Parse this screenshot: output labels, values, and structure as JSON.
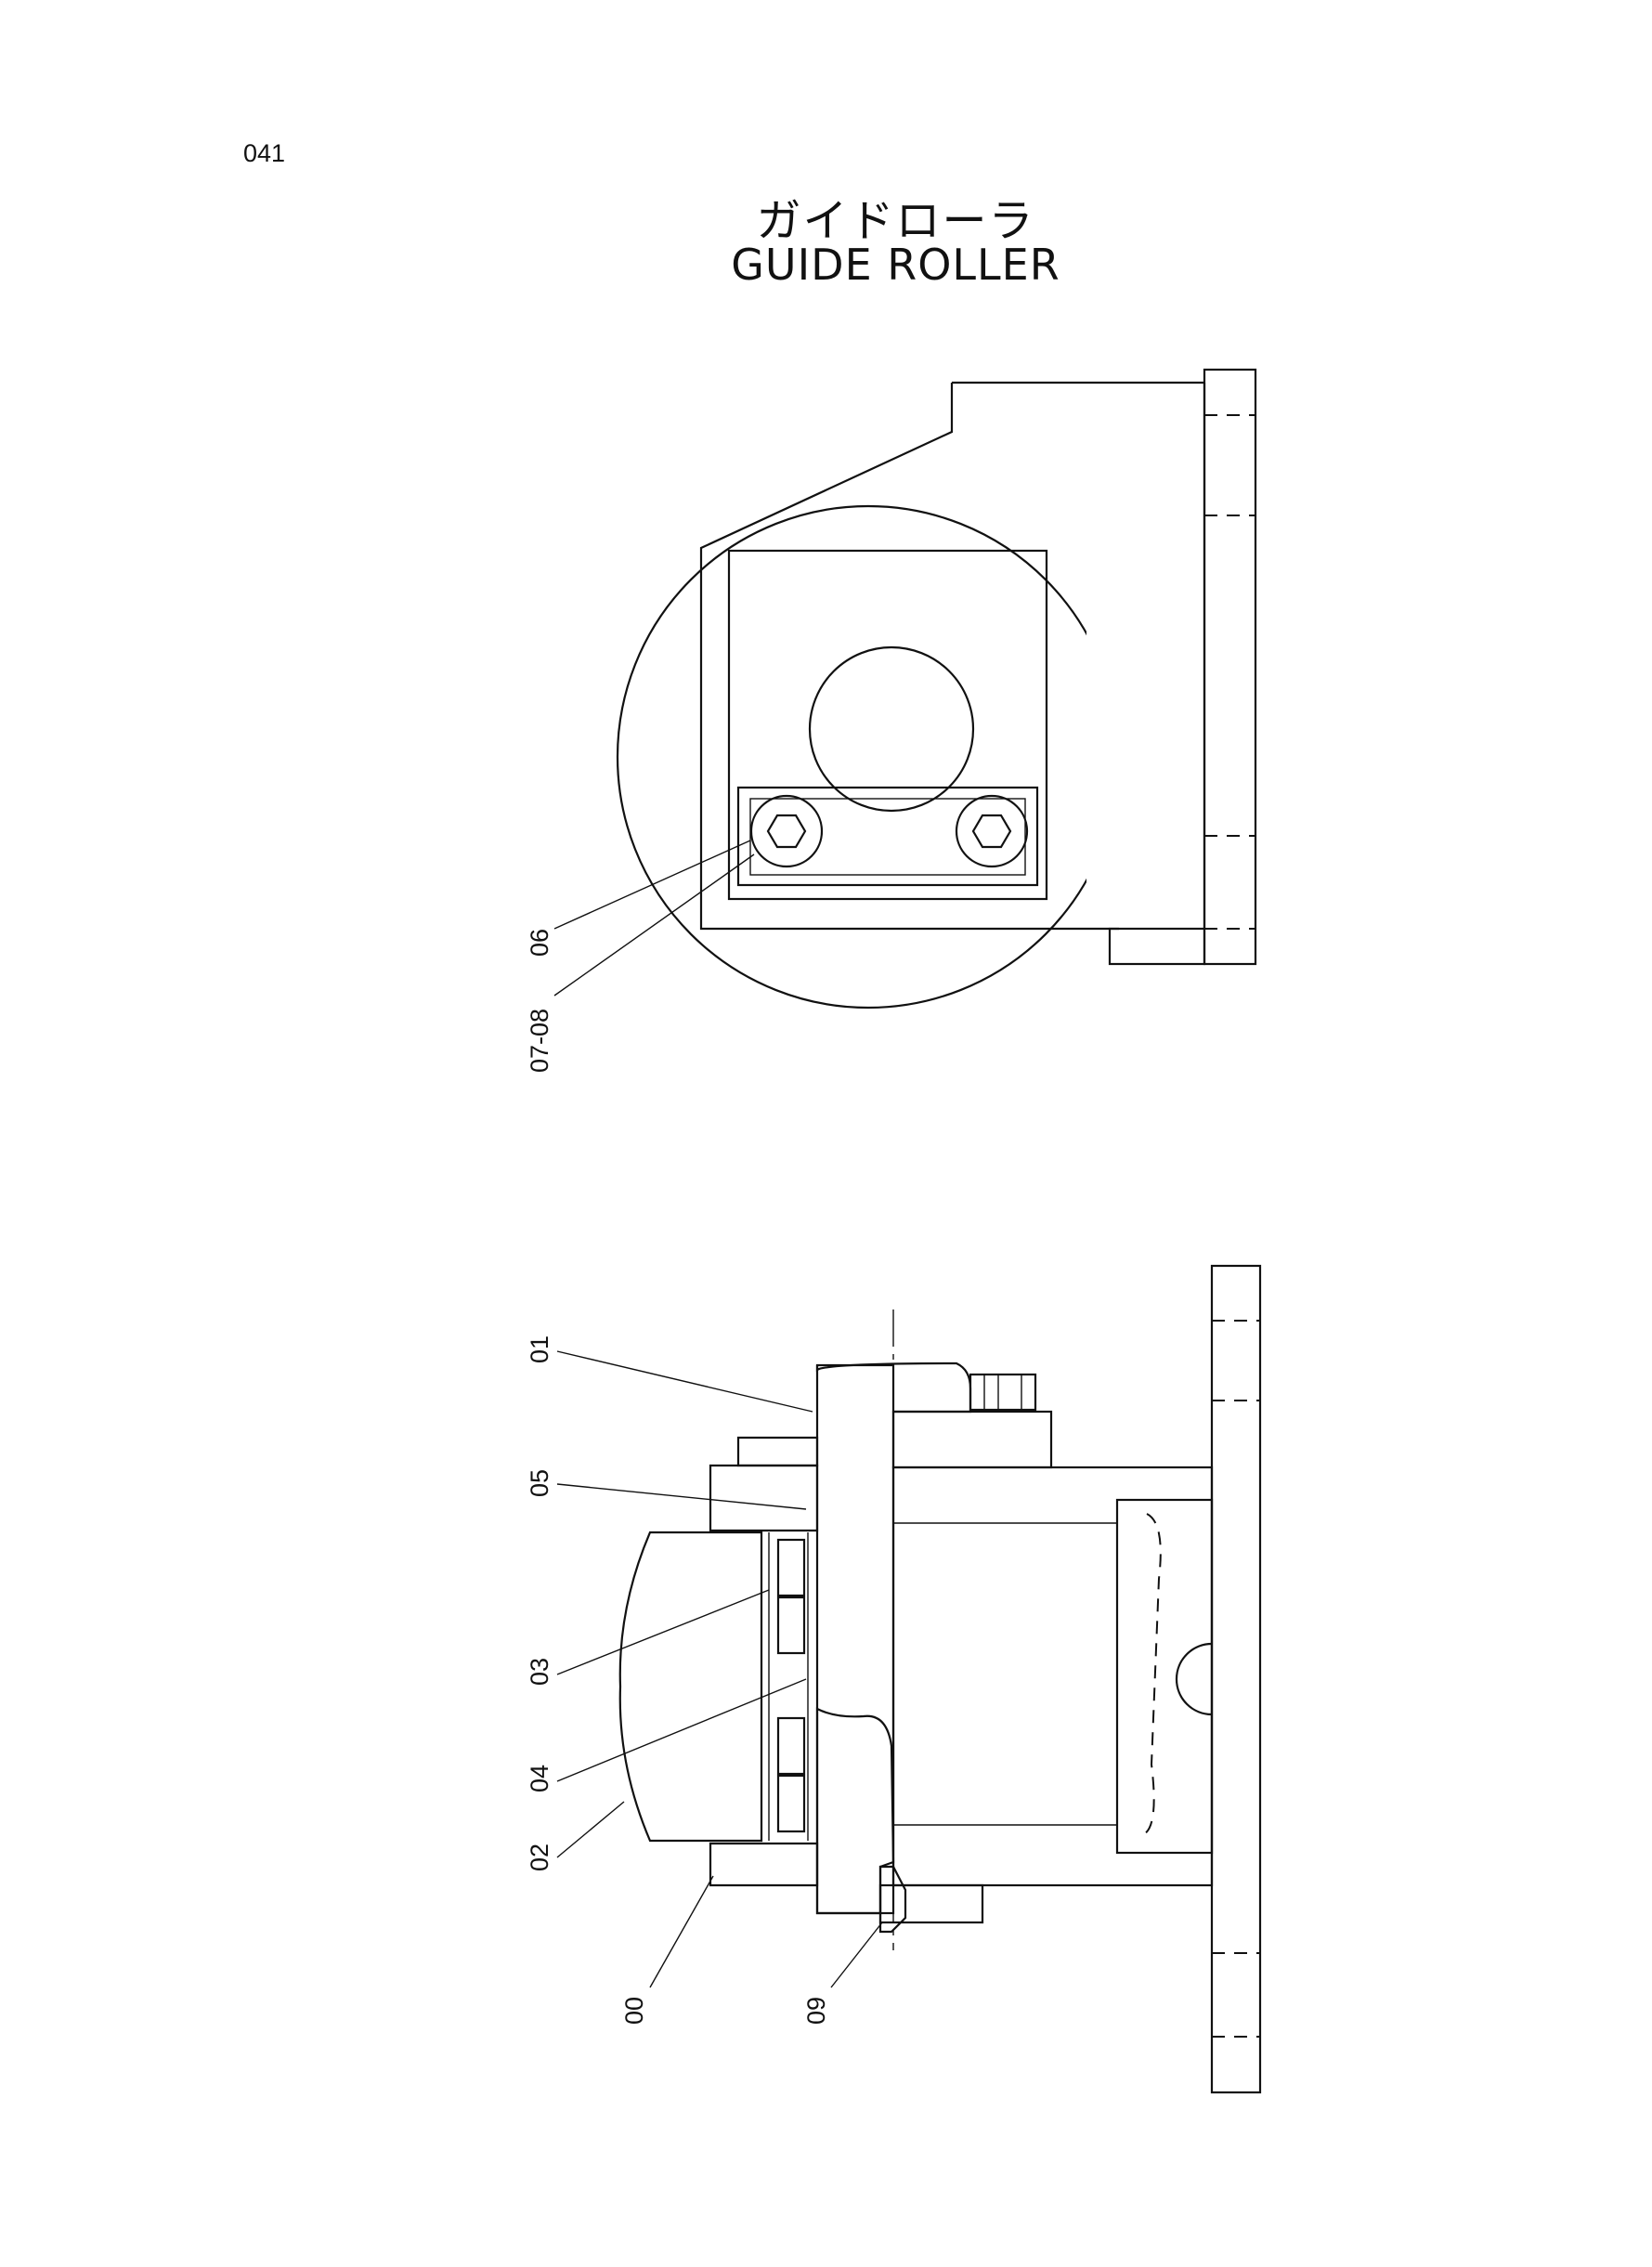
{
  "page_number": "041",
  "title_japanese": "ガイドローラ",
  "title_english": "GUIDE ROLLER",
  "callouts": {
    "c01": "01",
    "c05": "05",
    "c03": "03",
    "c04": "04",
    "c02": "02",
    "c00": "00",
    "c09": "09",
    "c06": "06",
    "c07_08": "07-08"
  }
}
